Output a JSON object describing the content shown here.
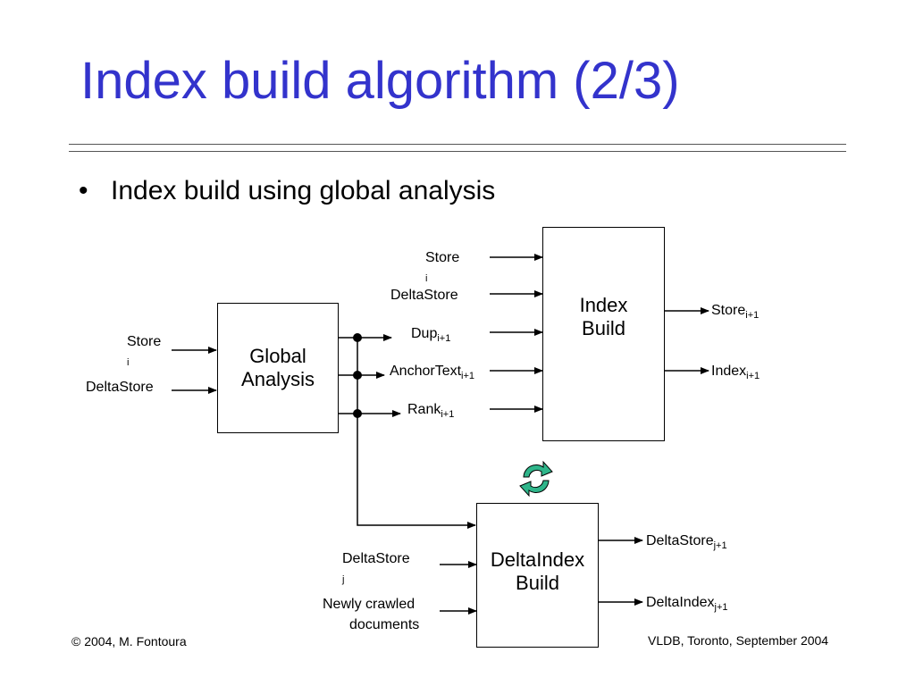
{
  "title": "Index build algorithm (2/3)",
  "bullet": "Index build using global analysis",
  "boxes": {
    "global_analysis": "Global\nAnalysis",
    "index_build": "Index\nBuild",
    "deltaindex_build": "DeltaIndex\nBuild"
  },
  "inputs_global": {
    "store": "Store",
    "store_sub": "i",
    "deltastore": "DeltaStore"
  },
  "inputs_index": {
    "store": "Store",
    "store_sub": "i",
    "deltastore": "DeltaStore",
    "dup": "Dup",
    "dup_sub": "i+1",
    "anchortext": "AnchorText",
    "anchortext_sub": "i+1",
    "rank": "Rank",
    "rank_sub": "i+1"
  },
  "outputs_index": {
    "store": "Store",
    "store_sub": "i+1",
    "index": "Index",
    "index_sub": "i+1"
  },
  "inputs_delta": {
    "deltastore": "DeltaStore",
    "deltastore_sub": "j",
    "newly_crawled": "Newly crawled",
    "documents": "documents"
  },
  "outputs_delta": {
    "deltastore": "DeltaStore",
    "deltastore_sub": "j+1",
    "deltaindex": "DeltaIndex",
    "deltaindex_sub": "j+1"
  },
  "colors": {
    "title": "#3333cc",
    "cycle_icon": "#2fb58a"
  },
  "icons": {
    "cycle": "refresh-cycle-icon"
  },
  "footer": {
    "left": "© 2004, M. Fontoura",
    "right": "VLDB, Toronto, September 2004"
  }
}
